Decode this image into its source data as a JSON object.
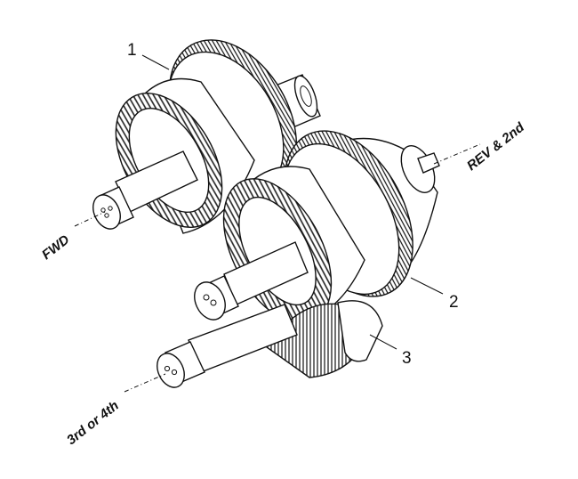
{
  "labels": {
    "callout_1": "1",
    "callout_2": "2",
    "callout_3": "3",
    "fwd": "FWD",
    "rev_2nd": "REV & 2nd",
    "third_fourth": "3rd or 4th"
  }
}
